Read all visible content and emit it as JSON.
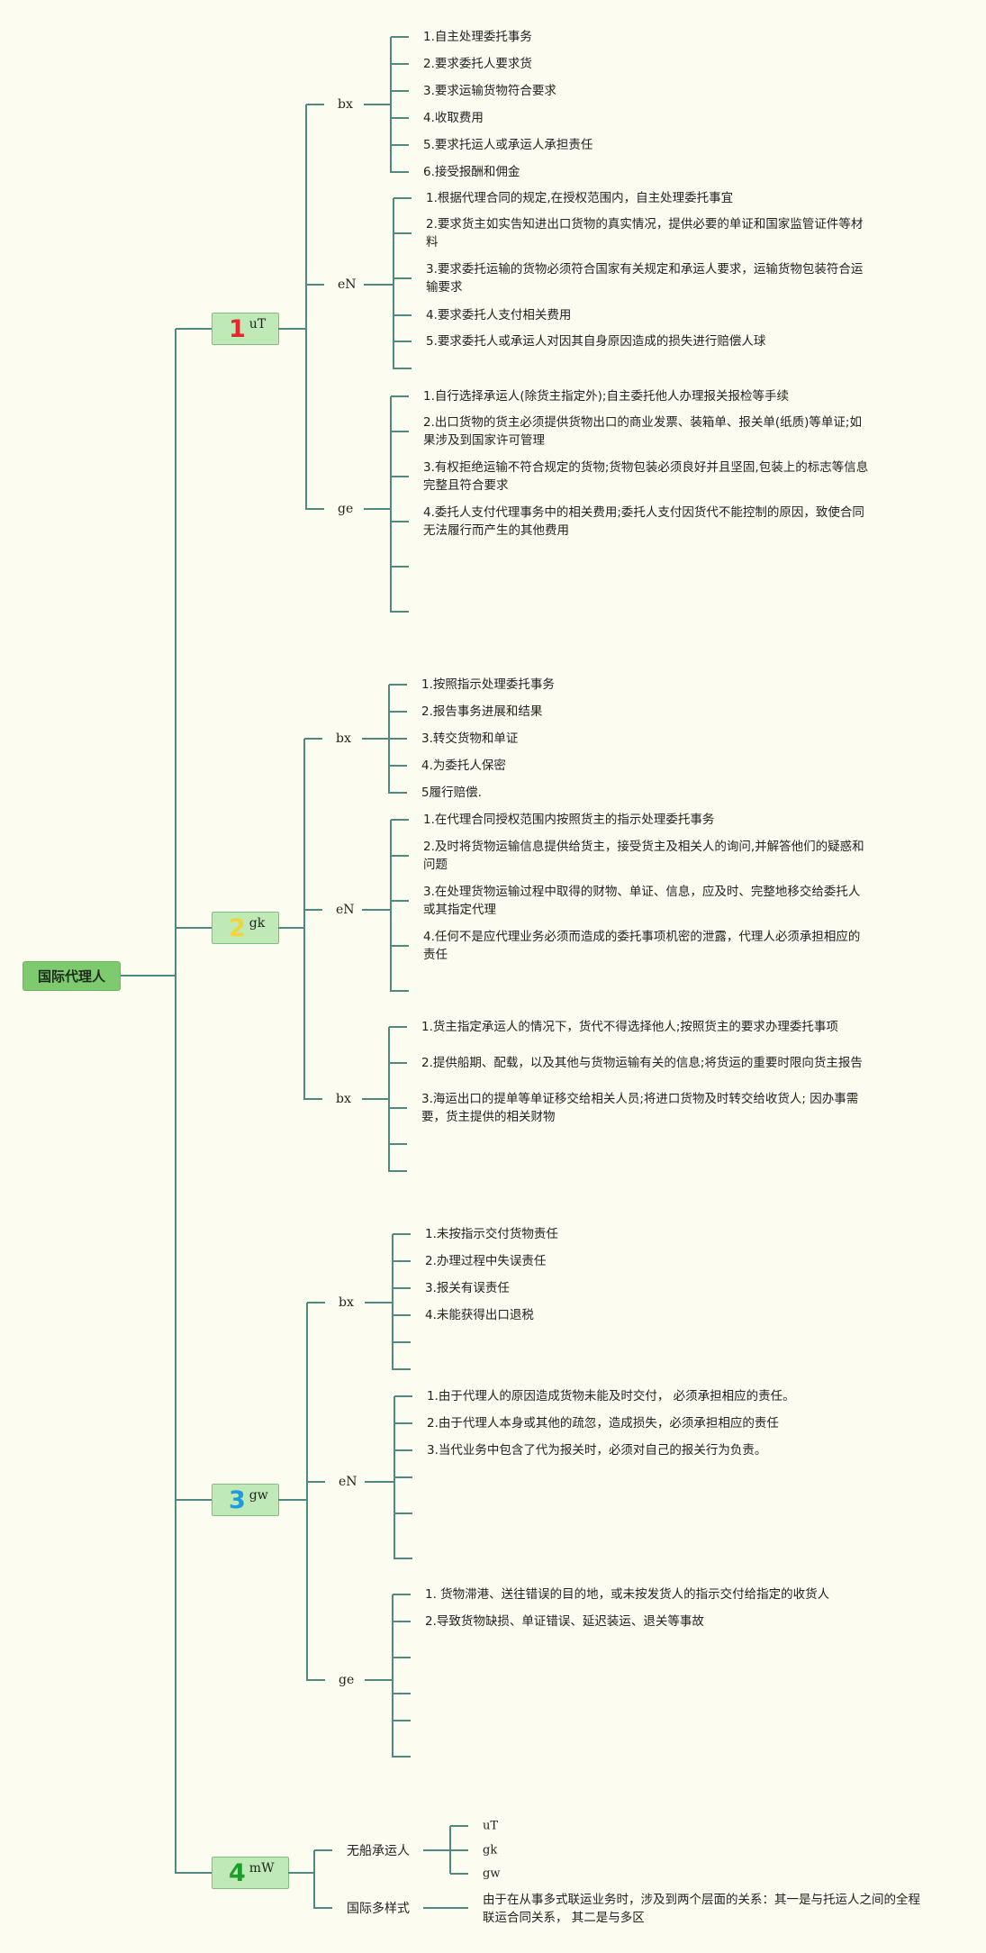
{
  "root": {
    "label": "国际代理人"
  },
  "branches": [
    {
      "number": "1",
      "label": "uT",
      "number_color": "#e5262b",
      "groups": [
        {
          "label": "bx",
          "items": [
            "1.自主处理委托事务",
            "2.要求委托人要求货",
            "3.要求运输货物符合要求",
            "4.收取费用",
            "5.要求托运人或承运人承担责任",
            "6.接受报酬和佣金"
          ]
        },
        {
          "label": "eN",
          "items": [
            "1.根据代理合同的规定,在授权范围内，自主处理委托事宜",
            "2.要求货主如实告知进出口货物的真实情况，提供必要的单证和国家监管证件等材料",
            "3.要求委托运输的货物必须符合国家有关规定和承运人要求，运输货物包装符合运输要求",
            "4.要求委托人支付相关费用",
            "5.要求委托人或承运人对因其自身原因造成的损失进行赔偿人球",
            ""
          ]
        },
        {
          "label": "ge",
          "items": [
            "1.自行选择承运人(除货主指定外);自主委托他人办理报关报检等手续",
            "2.出口货物的货主必须提供货物出口的商业发票、装箱单、报关单(纸质)等单证;如果涉及到国家许可管理",
            "3.有权拒绝运输不符合规定的货物;货物包装必须良好并且坚固,包装上的标志等信息完整且符合要求",
            "4.委托人支付代理事务中的相关费用;委托人支付因货代不能控制的原因，致使合同无法履行而产生的其他费用",
            "",
            ""
          ]
        }
      ]
    },
    {
      "number": "2",
      "label": "gk",
      "number_color": "#f2d53a",
      "groups": [
        {
          "label": "bx",
          "items": [
            "1.按照指示处理委托事务",
            "2.报告事务进展和结果",
            "3.转交货物和单证",
            "4.为委托人保密",
            "5履行赔偿."
          ]
        },
        {
          "label": "eN",
          "items": [
            "1.在代理合同授权范围内按照货主的指示处理委托事务",
            "2.及时将货物运输信息提供给货主，接受货主及相关人的询问,并解答他们的疑惑和问题",
            "3.在处理货物运输过程中取得的财物、单证、信息，应及时、完整地移交给委托人或其指定代理",
            "4.任何不是应代理业务必须而造成的委托事项机密的泄露，代理人必须承担相应的责任",
            ""
          ]
        },
        {
          "label": "bx",
          "items": [
            "1.货主指定承运人的情况下，货代不得选择他人;按照货主的要求办理委托事项",
            "2.提供船期、配载，以及其他与货物运输有关的信息;将货运的重要时限向货主报告",
            "3.海运出口的提单等单证移交给相关人员;将进口货物及时转交给收货人; 因办事需要，货主提供的相关财物",
            "",
            ""
          ]
        }
      ]
    },
    {
      "number": "3",
      "label": "gw",
      "number_color": "#1e9be0",
      "groups": [
        {
          "label": "bx",
          "items": [
            "1.未按指示交付货物责任",
            "2.办理过程中失误责任",
            "3.报关有误责任",
            "4.未能获得出口退税",
            "",
            ""
          ]
        },
        {
          "label": "eN",
          "items": [
            "1.由于代理人的原因造成货物未能及时交付， 必须承担相应的责任。",
            "2.由于代理人本身或其他的疏忽，造成损失，必须承担相应的责任",
            "3.当代业务中包含了代为报关时，必须对自己的报关行为负责。",
            "",
            "",
            ""
          ]
        },
        {
          "label": "ge",
          "items": [
            "1. 货物滞港、送往错误的目的地，或未按发货人的指示交付给指定的收货人",
            "2.导致货物缺损、单证错误、延迟装运、退关等事故",
            "",
            "",
            "",
            ""
          ]
        }
      ]
    }
  ],
  "branch4": {
    "number": "4",
    "label": "mW",
    "number_color": "#1d9d2a",
    "nvocc": {
      "label": "无船承运人",
      "items": [
        "uT",
        "gk",
        "gw"
      ]
    },
    "multimodal": {
      "label": "国际多样式",
      "text": "由于在从事多式联运业务时，涉及到两个层面的关系：其一是与托运人之间的全程联运合同关系， 其二是与多区"
    }
  }
}
